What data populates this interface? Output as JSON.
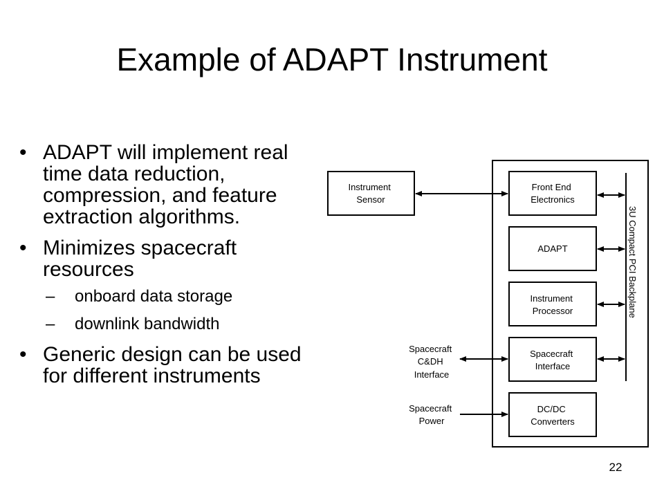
{
  "slide": {
    "title": "Example of ADAPT Instrument",
    "page_number": "22"
  },
  "bullets": [
    {
      "text": "ADAPT will implement real time data reduction, compression, and feature extraction algorithms.",
      "sub": []
    },
    {
      "text": "Minimizes spacecraft resources",
      "sub": [
        "onboard data storage",
        "downlink bandwidth"
      ]
    },
    {
      "text": "Generic design can be used for different instruments",
      "sub": []
    }
  ],
  "bullet_symbol": "•",
  "sub_bullet_symbol": "–",
  "diagram": {
    "instrument_sensor": [
      "Instrument",
      "Sensor"
    ],
    "front_end": [
      "Front End",
      "Electronics"
    ],
    "adapt": [
      "ADAPT"
    ],
    "instrument_processor": [
      "Instrument",
      "Processor"
    ],
    "spacecraft_interface": [
      "Spacecraft",
      "Interface"
    ],
    "dcdc": [
      "DC/DC",
      "Converters"
    ],
    "cdh_label": [
      "Spacecraft",
      "C&DH",
      "Interface"
    ],
    "power_label": [
      "Spacecraft",
      "Power"
    ],
    "backplane_label": "3U Compact PCI Backplane"
  }
}
